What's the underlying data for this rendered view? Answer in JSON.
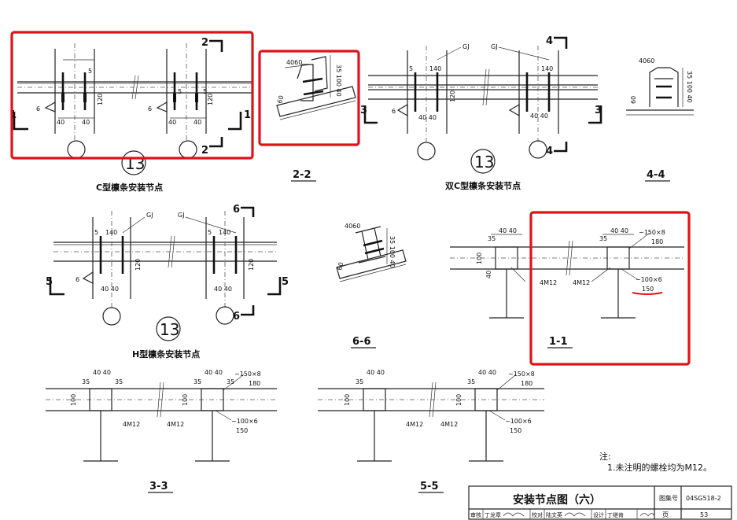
{
  "sheet": {
    "title": "安装节点图（六）",
    "atlas_label": "图集号",
    "atlas_no": "04SG518-2",
    "page_label": "页",
    "page_no": "53",
    "tb": [
      "审核",
      "丁龙章",
      "校对",
      "陆文英",
      "设计",
      "丁继肯"
    ]
  },
  "notes": {
    "heading": "注:",
    "line1": "1.未注明的螺栓均为M12。"
  },
  "details": {
    "c_purlin": {
      "caption": "C型檩条安装节点",
      "number": "13"
    },
    "double_c_purlin": {
      "caption": "双C型檩条安装节点",
      "number": "13"
    },
    "h_purlin": {
      "caption": "H型檩条安装节点",
      "number": "13"
    }
  },
  "sections": {
    "s22": "2-2",
    "s44": "4-4",
    "s66": "6-6",
    "s11": "1-1",
    "s33": "3-3",
    "s55": "5-5"
  },
  "marks": {
    "n1": "1",
    "n2": "2",
    "n3": "3",
    "n4": "4",
    "n5": "5",
    "n6": "6",
    "gj": "GJ"
  },
  "dims": {
    "d5": "5",
    "d140": "140",
    "d6": "6",
    "d40": "40",
    "d120": "120",
    "d4060": "4060",
    "d60": "60",
    "d35": "35",
    "d100": "100",
    "d4040": "40 40",
    "plate_top": "−150×8",
    "d180": "180",
    "plate_bot": "−100×6",
    "d150": "150",
    "bolts": "4M12"
  },
  "colors": {
    "highlight": "#e3101a",
    "ink": "#111111"
  }
}
